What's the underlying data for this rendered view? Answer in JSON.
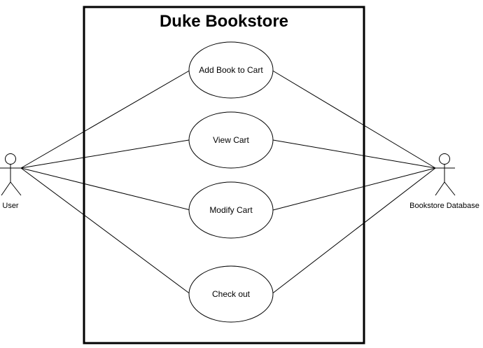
{
  "diagram": {
    "type": "uml-use-case",
    "system_boundary": {
      "title": "Duke Bookstore"
    },
    "actors": [
      {
        "id": "user",
        "label": "User"
      },
      {
        "id": "bookstore-database",
        "label": "Bookstore Database"
      }
    ],
    "use_cases": [
      {
        "id": "add-book-to-cart",
        "label": "Add Book to Cart"
      },
      {
        "id": "view-cart",
        "label": "View Cart"
      },
      {
        "id": "modify-cart",
        "label": "Modify Cart"
      },
      {
        "id": "check-out",
        "label": "Check out"
      }
    ],
    "associations": [
      {
        "from": "user",
        "to": "add-book-to-cart"
      },
      {
        "from": "user",
        "to": "view-cart"
      },
      {
        "from": "user",
        "to": "modify-cart"
      },
      {
        "from": "user",
        "to": "check-out"
      },
      {
        "from": "add-book-to-cart",
        "to": "bookstore-database"
      },
      {
        "from": "view-cart",
        "to": "bookstore-database"
      },
      {
        "from": "modify-cart",
        "to": "bookstore-database"
      },
      {
        "from": "check-out",
        "to": "bookstore-database"
      }
    ]
  }
}
